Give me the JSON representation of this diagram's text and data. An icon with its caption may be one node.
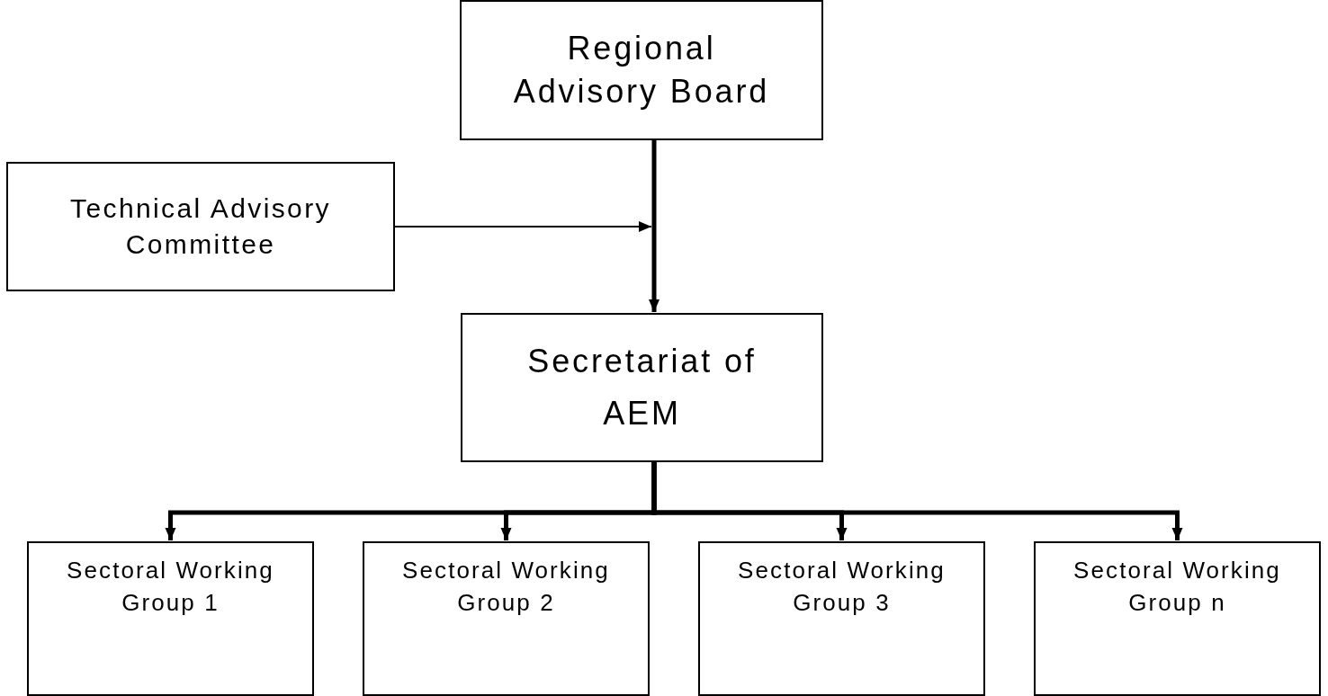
{
  "diagram": {
    "nodes": [
      {
        "text": [
          "Regional Advisory Board"
        ]
      },
      {
        "text": [
          "Technical Advisory Committee"
        ]
      },
      {
        "text": [
          "Secretariat of AEM"
        ]
      },
      {
        "text": [
          "Sectoral Working Group 1"
        ]
      },
      {
        "text": [
          "Sectoral Working Group 2"
        ]
      },
      {
        "text": [
          "Sectoral Working Group 3"
        ]
      },
      {
        "text": [
          "Sectoral Working Group n"
        ]
      }
    ],
    "edges": [
      {
        "from": 0,
        "to": 2,
        "arrow": "to"
      },
      {
        "from": 1,
        "to": null,
        "arrow": "to"
      },
      {
        "from": 2,
        "to": 3,
        "arrow": "to"
      },
      {
        "from": 2,
        "to": 4,
        "arrow": "to"
      },
      {
        "from": 2,
        "to": 5,
        "arrow": "to"
      },
      {
        "from": 2,
        "to": 6,
        "arrow": "to"
      }
    ]
  }
}
